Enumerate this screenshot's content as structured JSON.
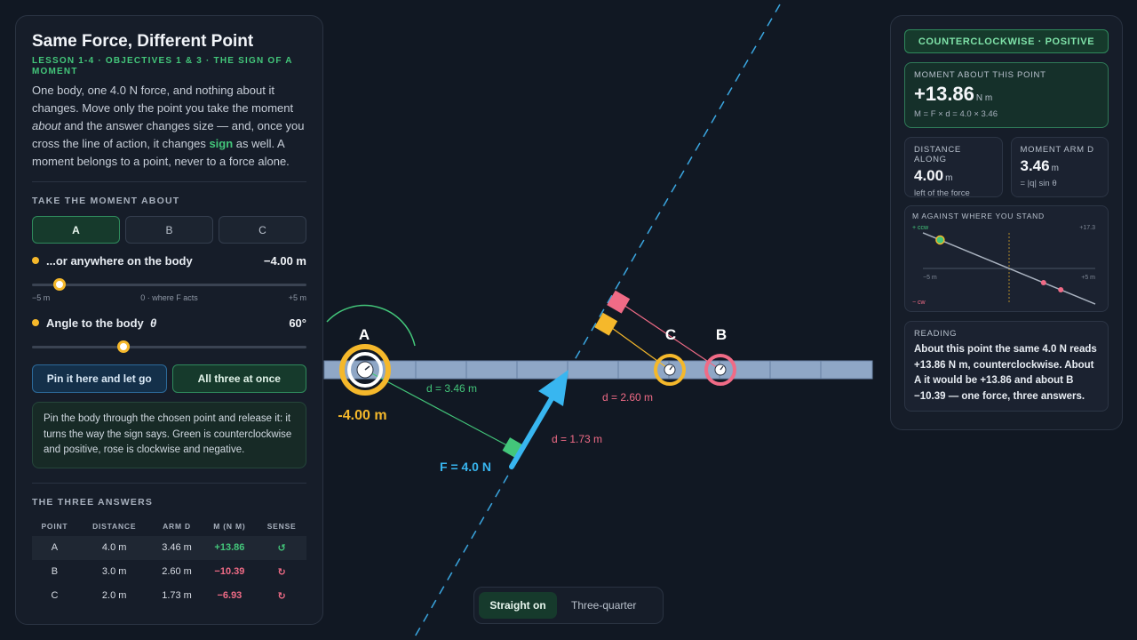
{
  "lesson": {
    "title": "Same Force, Different Point",
    "subtitle": "LESSON 1-4 · OBJECTIVES 1 & 3 · THE SIGN OF A MOMENT",
    "intro_part1": "One body, one 4.0 N force, and nothing about it changes. Move only the point you take the moment ",
    "intro_about": "about",
    "intro_part2": " and the answer changes size — and, once you cross the line of action, it changes ",
    "intro_sign": "sign",
    "intro_part3": " as well. A moment belongs to a point, never to a force alone."
  },
  "controls": {
    "section_label": "TAKE THE MOMENT ABOUT",
    "points": [
      {
        "label": "A",
        "active": true
      },
      {
        "label": "B",
        "active": false
      },
      {
        "label": "C",
        "active": false
      }
    ],
    "position_slider": {
      "label": "...or anywhere on the body",
      "value_text": "−4.00 m",
      "value": -4.0,
      "min": -5,
      "max": 5,
      "tick_min": "−5 m",
      "tick_mid": "0 · where F acts",
      "tick_max": "+5 m"
    },
    "angle_slider": {
      "label": "Angle to the body",
      "symbol": "θ",
      "value_text": "60°",
      "value": 60,
      "min": 0,
      "max": 180
    },
    "pin_button": "Pin it here and let go",
    "all_button": "All three at once",
    "note": "Pin the body through the chosen point and release it: it turns the way the sign says. Green is counterclockwise and positive, rose is clockwise and negative."
  },
  "answers": {
    "section_label": "THE THREE ANSWERS",
    "headers": [
      "POINT",
      "DISTANCE",
      "ARM D",
      "M (N M)",
      "SENSE"
    ],
    "rows": [
      {
        "point": "A",
        "distance": "4.0 m",
        "arm": "3.46 m",
        "moment": "+13.86",
        "sense": "↺",
        "positive": true
      },
      {
        "point": "B",
        "distance": "3.0 m",
        "arm": "2.60 m",
        "moment": "−10.39",
        "sense": "↻",
        "positive": false
      },
      {
        "point": "C",
        "distance": "2.0 m",
        "arm": "1.73 m",
        "moment": "−6.93",
        "sense": "↻",
        "positive": false
      }
    ]
  },
  "readout": {
    "badge": "COUNTERCLOCKWISE · POSITIVE",
    "moment_label": "MOMENT ABOUT THIS POINT",
    "moment_value": "+13.86",
    "moment_unit": "N m",
    "moment_formula": "M = F × d = 4.0 × 3.46",
    "distance_label": "DISTANCE ALONG",
    "distance_value": "4.00",
    "distance_unit": "m",
    "distance_sub": "left of the force",
    "arm_label": "MOMENT ARM D",
    "arm_value": "3.46",
    "arm_unit": "m",
    "arm_sub": "= |q| sin θ",
    "graph_label": "M AGAINST WHERE YOU STAND",
    "graph": {
      "ccw_label": "+ ccw",
      "cw_label": "− cw",
      "ymax_label": "+17.3",
      "xmin_label": "−5 m",
      "xmax_label": "+5 m",
      "xlim": [
        -5,
        5
      ],
      "ylim": [
        -17.3,
        17.3
      ],
      "line": [
        [
          -5,
          17.32
        ],
        [
          5,
          -17.32
        ]
      ],
      "current": {
        "x": -4.0,
        "y": 13.86
      },
      "markers": [
        {
          "x": 2.0,
          "y": -6.93
        },
        {
          "x": 3.0,
          "y": -10.39
        }
      ]
    },
    "reading_label": "READING",
    "reading_text": "About this point the same 4.0 N reads +13.86 N m, counterclockwise. About A it would be +13.86 and about B −10.39 — one force, three answers."
  },
  "scene": {
    "point_labels": {
      "a": "A",
      "b": "B",
      "c": "C"
    },
    "position_readout": "-4.00 m",
    "force_label": "F = 4.0 N",
    "arm_a_label": "d = 3.46 m",
    "arm_b_label": "d = 2.60 m",
    "arm_c_label": "d = 1.73 m",
    "colors": {
      "a": "#f5b82b",
      "b": "#f06b86",
      "c": "#f5b82b",
      "force": "#38b6f0",
      "positive": "#43c67a",
      "negative": "#f06b86"
    }
  },
  "view": {
    "options": [
      {
        "label": "Straight on",
        "active": true
      },
      {
        "label": "Three-quarter",
        "active": false
      }
    ]
  }
}
